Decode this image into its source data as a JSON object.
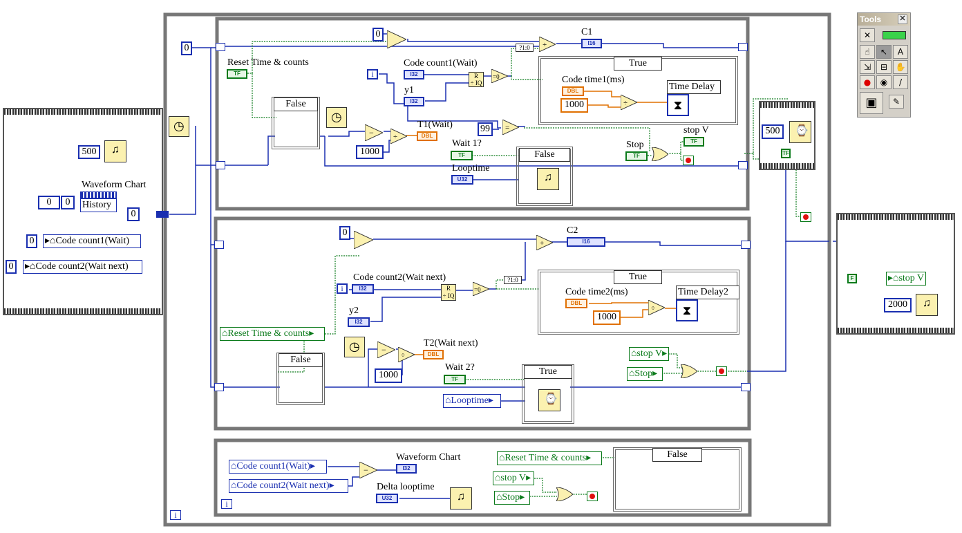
{
  "tools": {
    "title": "Tools",
    "close": "✕",
    "buttons": [
      "☝",
      "↖",
      "A",
      "⇲",
      "⊟",
      "✋",
      "●",
      "◉",
      "/",
      "▣",
      "✎"
    ]
  },
  "left_frame": {
    "wait_const": "500",
    "chart_label": "Waveform Chart",
    "history": "History",
    "num_a": "0",
    "num_b": "0",
    "num_c": "0",
    "out_num": "0",
    "cc1_const": "0",
    "cc1_label": "Code count1(Wait)",
    "cc2_const": "0",
    "cc2_label": "Code count2(Wait next)"
  },
  "loop1": {
    "init_zero": "0",
    "shift_zero": "0",
    "c1_label": "C1",
    "c1_type": "I16",
    "reset_label": "Reset Time & counts",
    "tf": "TF",
    "false_sel": "False",
    "true_sel": "True",
    "cc1_label": "Code count1(Wait)",
    "i32": "I32",
    "y1": "y1",
    "i_const": "i",
    "eq": "=0",
    "q10": "?1:0",
    "codetime1": "Code time1(ms)",
    "dbl": "DBL",
    "c1000a": "1000",
    "time_delay": "Time Delay",
    "t1_label": "T1(Wait)",
    "c1000b": "1000",
    "c99": "99",
    "wait1_label": "Wait 1?",
    "looptime": "Looptime",
    "u32": "U32",
    "false_sel2": "False",
    "stop_label": "Stop",
    "stopv_label": "stop V"
  },
  "loop2": {
    "zero": "0",
    "c2_label": "C2",
    "c2_type": "I16",
    "cc2_label": "Code count2(Wait next)",
    "i32": "I32",
    "i_const": "i",
    "y2": "y2",
    "q10": "?1:0",
    "true_sel": "True",
    "codetime2": "Code time2(ms)",
    "dbl": "DBL",
    "c1000": "1000",
    "time_delay2": "Time Delay2",
    "reset_ref": "Reset Time & counts",
    "false_sel": "False",
    "t2_label": "T2(Wait next)",
    "c1000b": "1000",
    "wait2_label": "Wait 2?",
    "tf": "TF",
    "true_sel2": "True",
    "looptime_ref": "Looptime",
    "stopv_ref": "stop V",
    "stop_ref": "Stop"
  },
  "loop3": {
    "cc1_ref": "Code count1(Wait)",
    "cc2_ref": "Code count2(Wait next)",
    "chart_label": "Waveform Chart",
    "i32": "I32",
    "delta_label": "Delta looptime",
    "u32": "U32",
    "reset_ref": "Reset Time & counts",
    "stopv_ref": "stop V",
    "stop_ref": "Stop",
    "false_sel": "False",
    "i_const": "i"
  },
  "outer": {
    "i_const": "i"
  },
  "mid_frame": {
    "wait_const": "500",
    "tf": "TF"
  },
  "right_frame": {
    "f_const": "F",
    "stopv_ref": "stop V",
    "wait_const": "2000"
  }
}
